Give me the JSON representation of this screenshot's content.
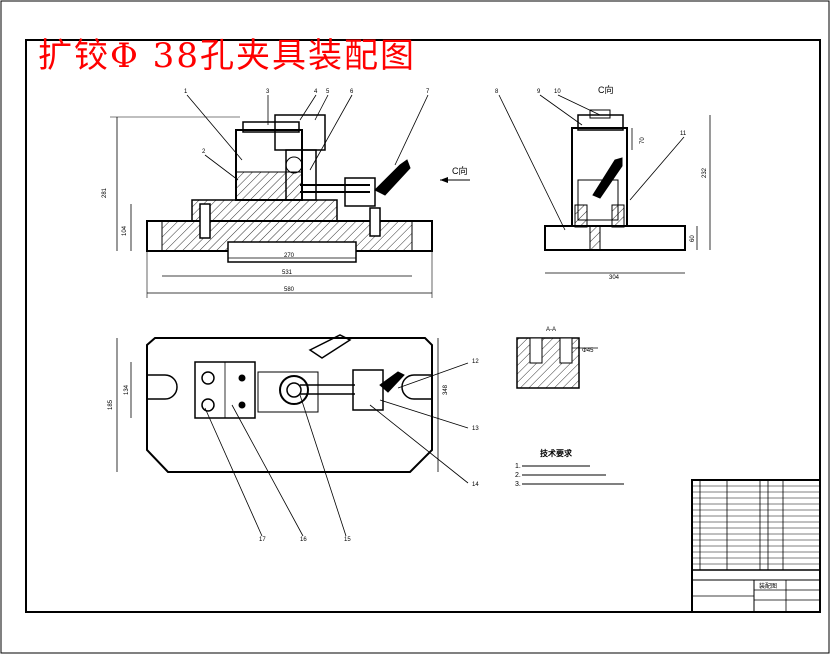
{
  "title": "扩铰Φ 38孔夹具装配图",
  "view_labels": {
    "c_view_top": "C向",
    "c_view_arrow": "C向",
    "section": "A-A"
  },
  "part_numbers": [
    "1",
    "2",
    "3",
    "4",
    "5",
    "6",
    "7",
    "8",
    "9",
    "10",
    "11",
    "12",
    "13",
    "14",
    "15",
    "16",
    "17"
  ],
  "dimensions": {
    "front_height": "281",
    "front_base": "104",
    "front_inner": "270",
    "front_slot": "531",
    "front_total": "580",
    "side_height": "232",
    "side_base": "60",
    "side_width": "304",
    "side_small": "70",
    "plan_height": "185",
    "plan_inner": "134",
    "plan_right": "348",
    "section_dim": "Φ45"
  },
  "tech_req": {
    "heading": "技术要求",
    "lines": [
      "1.",
      "2.",
      "3."
    ]
  },
  "title_block": {
    "name": "装配图"
  }
}
